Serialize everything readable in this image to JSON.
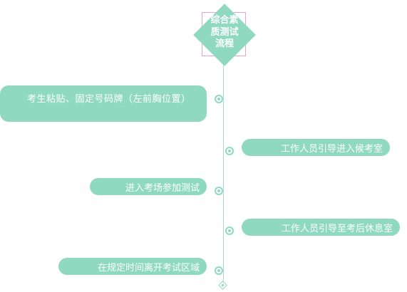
{
  "title": "综合素\n质测试\n流程",
  "steps": [
    {
      "label": "考生粘贴、固定号码牌（左前胸位置）",
      "side": "left"
    },
    {
      "label": "工作人员引导进入候考室",
      "side": "right"
    },
    {
      "label": "进入考场参加测试",
      "side": "left"
    },
    {
      "label": "工作人员引导至考后休息室",
      "side": "right"
    },
    {
      "label": "在规定时间离开考试区域",
      "side": "left"
    }
  ],
  "colors": {
    "accent": "#8fd9c1",
    "line": "#a8ddd0",
    "text": "#ffffff"
  }
}
